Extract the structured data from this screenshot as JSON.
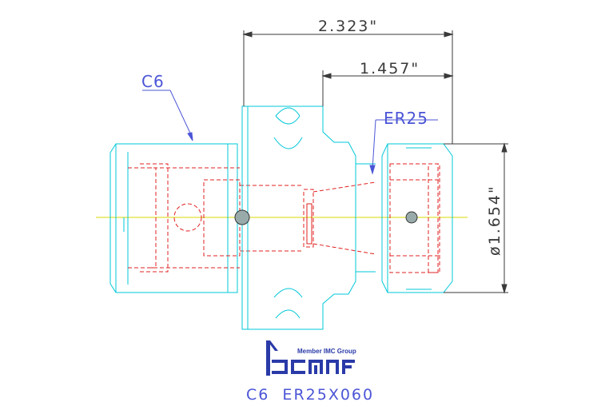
{
  "dimensions": {
    "overall_length": "2.323\"",
    "front_length": "1.457\"",
    "nut_diameter": "ø1.654\""
  },
  "labels": {
    "shank": "C6",
    "collet": "ER25"
  },
  "logo": {
    "tagline": "Member IMC Group",
    "brand": "iscar"
  },
  "caption": "C6  ER25X060",
  "colors": {
    "outline": "#00c8d8",
    "hidden": "#e02020",
    "dimension": "#3a3a3a",
    "label": "#4b55d6",
    "centerline": "#d8d800"
  }
}
